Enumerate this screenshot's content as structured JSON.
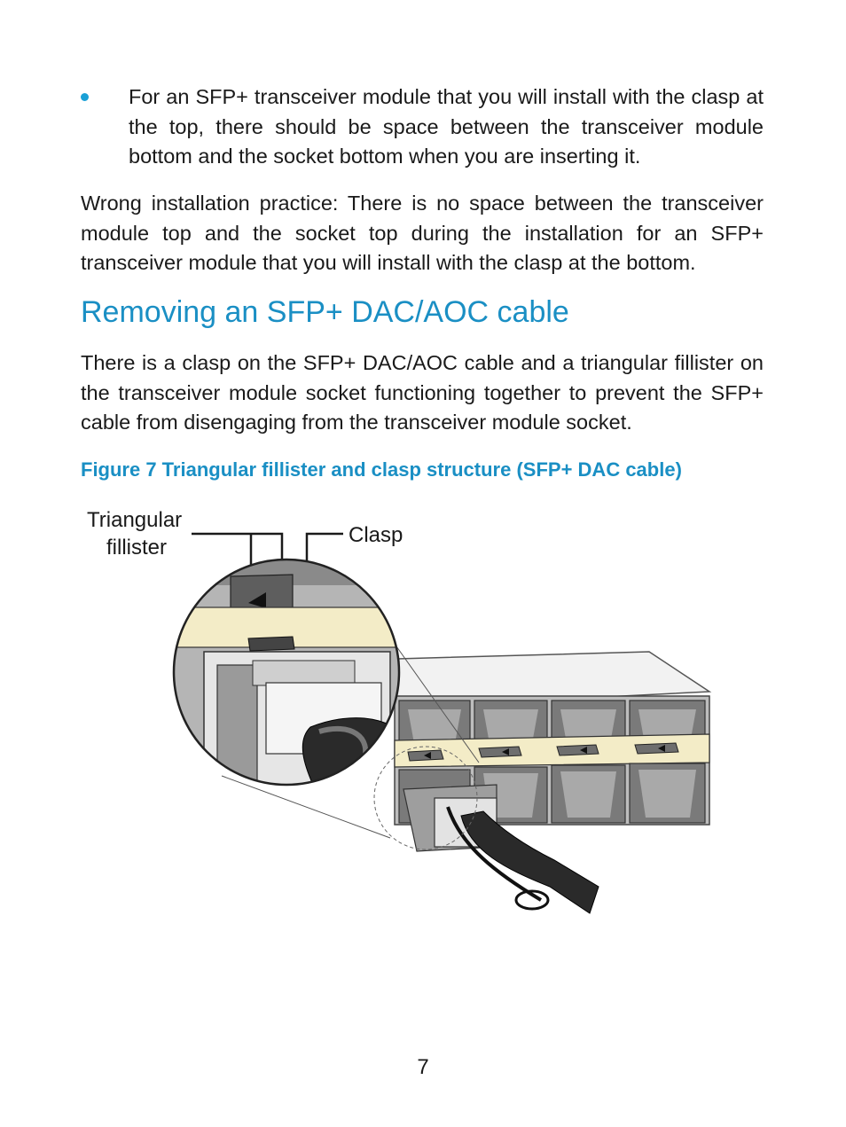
{
  "bullet": {
    "text": "For an SFP+ transceiver module that you will install with the clasp at the top, there should be space between the transceiver module bottom and the socket bottom when you are inserting it."
  },
  "paragraph1": "Wrong installation practice: There is no space between the transceiver module top and the socket top during the installation for an SFP+ transceiver module that you will install with the clasp at the bottom.",
  "heading": "Removing an SFP+ DAC/AOC cable",
  "paragraph2": "There is a clasp on the SFP+ DAC/AOC cable and a triangular fillister on the transceiver module socket functioning together to prevent the SFP+ cable from disengaging from the transceiver module socket.",
  "figure": {
    "caption": "Figure 7 Triangular fillister and clasp structure (SFP+ DAC cable)",
    "label_fillister_line1": "Triangular",
    "label_fillister_line2": "fillister",
    "label_clasp": "Clasp"
  },
  "page_number": "7",
  "colors": {
    "accent": "#1a8fc4",
    "bullet": "#1aa0d6",
    "band": "#f3ecc7"
  }
}
